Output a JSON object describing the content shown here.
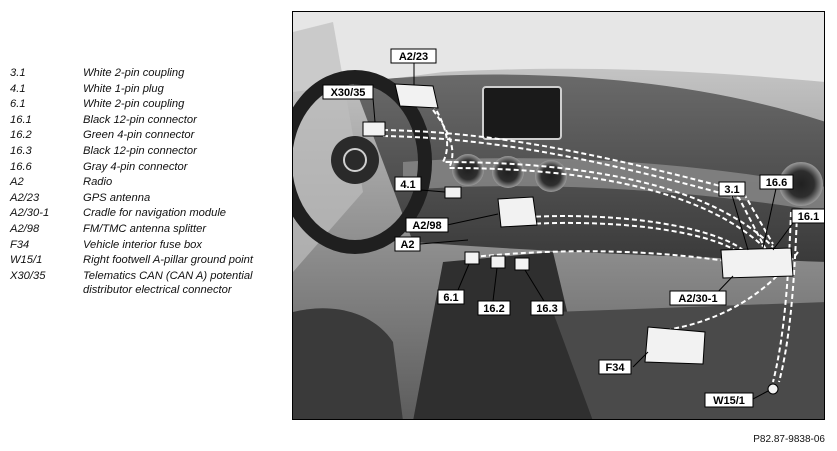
{
  "legend": [
    {
      "code": "3.1",
      "desc": "White 2-pin coupling"
    },
    {
      "code": "4.1",
      "desc": "White 1-pin plug"
    },
    {
      "code": "6.1",
      "desc": "White 2-pin coupling"
    },
    {
      "code": "16.1",
      "desc": "Black 12-pin connector"
    },
    {
      "code": "16.2",
      "desc": "Green 4-pin connector"
    },
    {
      "code": "16.3",
      "desc": "Black 12-pin connector"
    },
    {
      "code": "16.6",
      "desc": "Gray 4-pin connector"
    },
    {
      "code": "A2",
      "desc": "Radio"
    },
    {
      "code": "A2/23",
      "desc": "GPS antenna"
    },
    {
      "code": "A2/30-1",
      "desc": "Cradle for navigation module"
    },
    {
      "code": "A2/98",
      "desc": "FM/TMC antenna splitter"
    },
    {
      "code": "F34",
      "desc": "Vehicle interior fuse box"
    },
    {
      "code": "W15/1",
      "desc": "Right footwell A-pillar ground point"
    },
    {
      "code": "X30/35",
      "desc": "Telematics CAN (CAN A) potential distributor electrical connector"
    }
  ],
  "callouts": {
    "a2_23": "A2/23",
    "x30_35": "X30/35",
    "c4_1": "4.1",
    "a2_98": "A2/98",
    "a2": "A2",
    "c6_1": "6.1",
    "c16_2": "16.2",
    "c16_3": "16.3",
    "c3_1": "3.1",
    "c16_6": "16.6",
    "c16_1": "16.1",
    "a2_30_1": "A2/30-1",
    "f34": "F34",
    "w15_1": "W15/1"
  },
  "figure_id": "P82.87-9838-06"
}
